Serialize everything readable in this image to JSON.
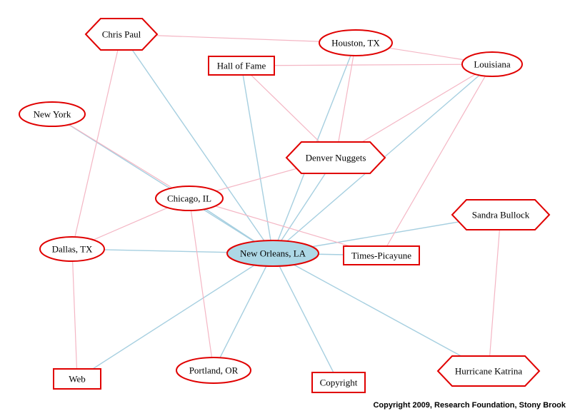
{
  "colors": {
    "node_stroke": "#e00000",
    "center_fill": "#add8e6",
    "edge_blue": "#a6cfe0",
    "edge_pink": "#f4b6c4"
  },
  "nodes": [
    {
      "id": "new-orleans",
      "label": "New Orleans, LA",
      "shape": "ellipse",
      "center": true
    },
    {
      "id": "chris-paul",
      "label": "Chris Paul",
      "shape": "hexagon"
    },
    {
      "id": "houston",
      "label": "Houston, TX",
      "shape": "ellipse"
    },
    {
      "id": "hall-of-fame",
      "label": "Hall of Fame",
      "shape": "box"
    },
    {
      "id": "louisiana",
      "label": "Louisiana",
      "shape": "ellipse"
    },
    {
      "id": "new-york",
      "label": "New York",
      "shape": "ellipse"
    },
    {
      "id": "denver-nuggets",
      "label": "Denver Nuggets",
      "shape": "hexagon"
    },
    {
      "id": "chicago",
      "label": "Chicago, IL",
      "shape": "ellipse"
    },
    {
      "id": "sandra-bullock",
      "label": "Sandra Bullock",
      "shape": "hexagon"
    },
    {
      "id": "dallas",
      "label": "Dallas, TX",
      "shape": "ellipse"
    },
    {
      "id": "times-picayune",
      "label": "Times-Picayune",
      "shape": "box"
    },
    {
      "id": "web",
      "label": "Web",
      "shape": "box"
    },
    {
      "id": "portland",
      "label": "Portland, OR",
      "shape": "ellipse"
    },
    {
      "id": "copyright-node",
      "label": "Copyright",
      "shape": "box"
    },
    {
      "id": "hurricane-katrina",
      "label": "Hurricane Katrina",
      "shape": "hexagon"
    }
  ],
  "edges": [
    {
      "from": "new-orleans",
      "to": "chris-paul",
      "color": "blue"
    },
    {
      "from": "new-orleans",
      "to": "houston",
      "color": "blue"
    },
    {
      "from": "new-orleans",
      "to": "hall-of-fame",
      "color": "blue"
    },
    {
      "from": "new-orleans",
      "to": "louisiana",
      "color": "blue"
    },
    {
      "from": "new-orleans",
      "to": "new-york",
      "color": "blue"
    },
    {
      "from": "new-orleans",
      "to": "denver-nuggets",
      "color": "blue"
    },
    {
      "from": "new-orleans",
      "to": "chicago",
      "color": "blue"
    },
    {
      "from": "new-orleans",
      "to": "sandra-bullock",
      "color": "blue"
    },
    {
      "from": "new-orleans",
      "to": "dallas",
      "color": "blue"
    },
    {
      "from": "new-orleans",
      "to": "times-picayune",
      "color": "blue"
    },
    {
      "from": "new-orleans",
      "to": "web",
      "color": "blue"
    },
    {
      "from": "new-orleans",
      "to": "portland",
      "color": "blue"
    },
    {
      "from": "new-orleans",
      "to": "copyright-node",
      "color": "blue"
    },
    {
      "from": "new-orleans",
      "to": "hurricane-katrina",
      "color": "blue"
    },
    {
      "from": "chris-paul",
      "to": "houston",
      "color": "pink"
    },
    {
      "from": "chris-paul",
      "to": "dallas",
      "color": "pink"
    },
    {
      "from": "houston",
      "to": "louisiana",
      "color": "pink"
    },
    {
      "from": "houston",
      "to": "denver-nuggets",
      "color": "pink"
    },
    {
      "from": "hall-of-fame",
      "to": "louisiana",
      "color": "pink"
    },
    {
      "from": "hall-of-fame",
      "to": "denver-nuggets",
      "color": "pink"
    },
    {
      "from": "louisiana",
      "to": "denver-nuggets",
      "color": "pink"
    },
    {
      "from": "louisiana",
      "to": "times-picayune",
      "color": "pink"
    },
    {
      "from": "new-york",
      "to": "chicago",
      "color": "pink"
    },
    {
      "from": "chicago",
      "to": "denver-nuggets",
      "color": "pink"
    },
    {
      "from": "chicago",
      "to": "dallas",
      "color": "pink"
    },
    {
      "from": "chicago",
      "to": "times-picayune",
      "color": "pink"
    },
    {
      "from": "chicago",
      "to": "portland",
      "color": "pink"
    },
    {
      "from": "dallas",
      "to": "web",
      "color": "pink"
    },
    {
      "from": "sandra-bullock",
      "to": "hurricane-katrina",
      "color": "pink"
    }
  ],
  "footer": {
    "copyright": "Copyright 2009, Research Foundation, Stony Brook"
  }
}
